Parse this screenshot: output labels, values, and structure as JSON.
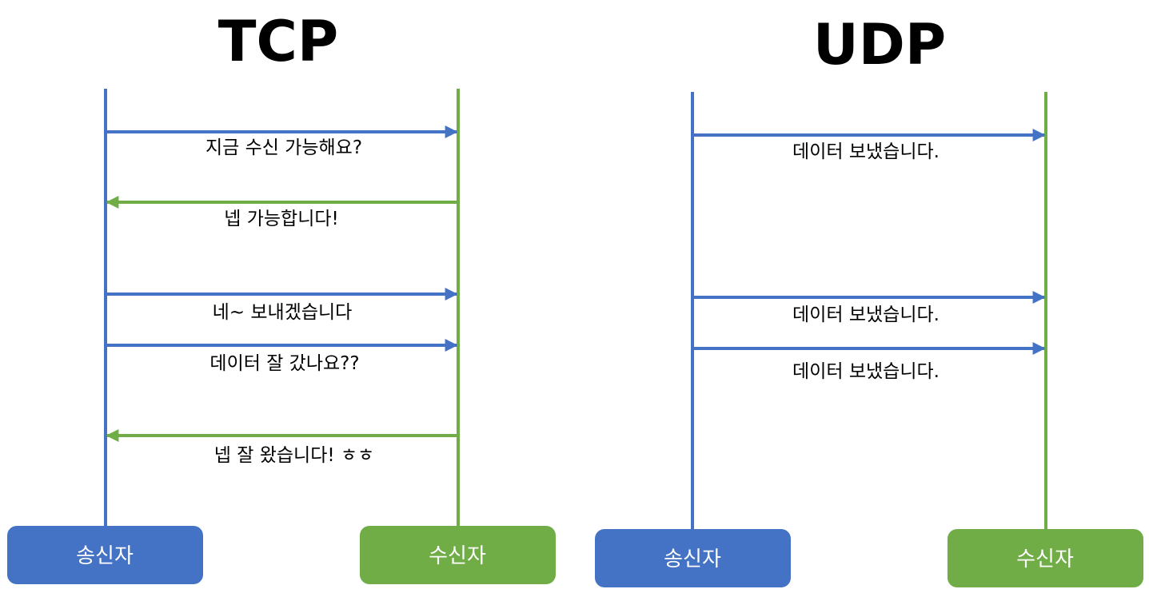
{
  "colors": {
    "sender": "#4472C4",
    "receiver": "#70AD47",
    "text": "#000000"
  },
  "tcp": {
    "title": "TCP",
    "sender_label": "송신자",
    "receiver_label": "수신자",
    "messages": [
      {
        "text": "지금 수신 가능해요?",
        "direction": "sender-to-receiver"
      },
      {
        "text": "넵 가능합니다!",
        "direction": "receiver-to-sender"
      },
      {
        "text": "네~ 보내겠습니다",
        "direction": "sender-to-receiver"
      },
      {
        "text": "데이터 잘 갔나요??",
        "direction": "sender-to-receiver"
      },
      {
        "text": "넵 잘 왔습니다! ㅎㅎ",
        "direction": "receiver-to-sender"
      }
    ]
  },
  "udp": {
    "title": "UDP",
    "sender_label": "송신자",
    "receiver_label": "수신자",
    "messages": [
      {
        "text": "데이터 보냈습니다.",
        "direction": "sender-to-receiver"
      },
      {
        "text": "데이터 보냈습니다.",
        "direction": "sender-to-receiver"
      },
      {
        "text": "데이터 보냈습니다.",
        "direction": "sender-to-receiver"
      }
    ]
  }
}
